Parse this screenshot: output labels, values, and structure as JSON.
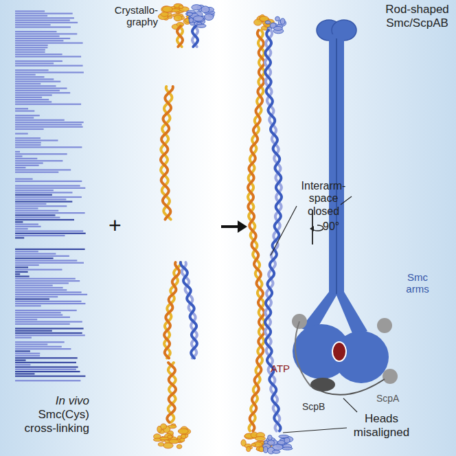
{
  "diagram": {
    "labels": [
      "Crystallo- graphy",
      "+",
      "Rod-shaped Smc/ScpAB",
      "Interarm- space closed",
      "90°",
      "Smc arms",
      "ATP",
      "ScpB",
      "ScpA",
      "Heads misaligned",
      "In vivo",
      "Smc(Cys) cross-linking"
    ]
  }
}
